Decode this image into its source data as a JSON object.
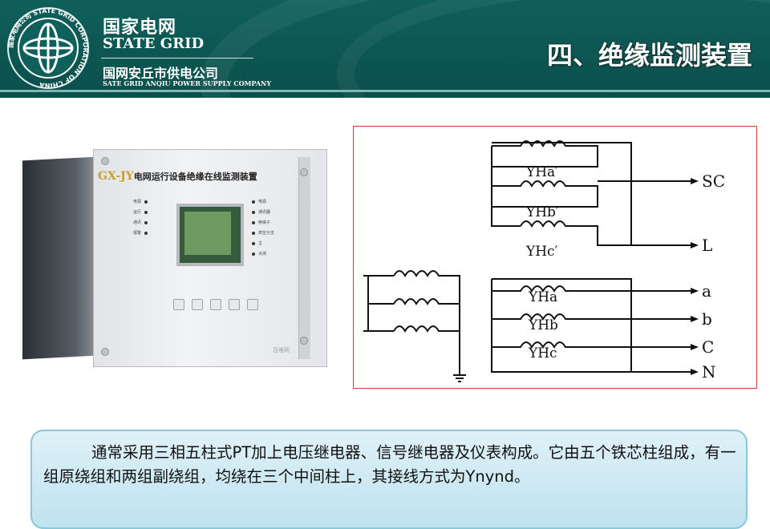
{
  "header": {
    "logo_ring_text": "国家电网公司 STATE GRID CORPORATION OF CHINA",
    "brand_cn": "国家电网",
    "brand_en": "STATE GRID",
    "company_cn": "国网安丘市供电公司",
    "company_en": "SATE GRID ANQIU POWER SUPPLY COMPANY",
    "page_title": "四、绝缘监测装置"
  },
  "device": {
    "model": "GX-JY",
    "name": "电网运行设备绝缘在线监测装置",
    "left_indicators": [
      "电源",
      "运行",
      "通讯",
      "报警"
    ],
    "right_indicators": [
      "电源",
      "通讯器",
      "绝缘子",
      "高空分支",
      "主",
      "点测"
    ],
    "watermark": "百电网"
  },
  "diagram": {
    "colors": {
      "border": "#cc3a3a",
      "ink": "#111111"
    },
    "upper_coils": [
      "YHa′",
      "YHb′",
      "YHc′"
    ],
    "lower_coils": [
      "YHa",
      "YHb",
      "YHc"
    ],
    "terminals": [
      "SC",
      "L",
      "a",
      "b",
      "C",
      "N"
    ]
  },
  "description": {
    "text": "通常采用三相五柱式PT加上电压继电器、信号继电器及仪表构成。它由五个铁芯柱组成，有一组原绕组和两组副绕组，均绕在三个中间柱上，其接线方式为Ynynd。"
  }
}
